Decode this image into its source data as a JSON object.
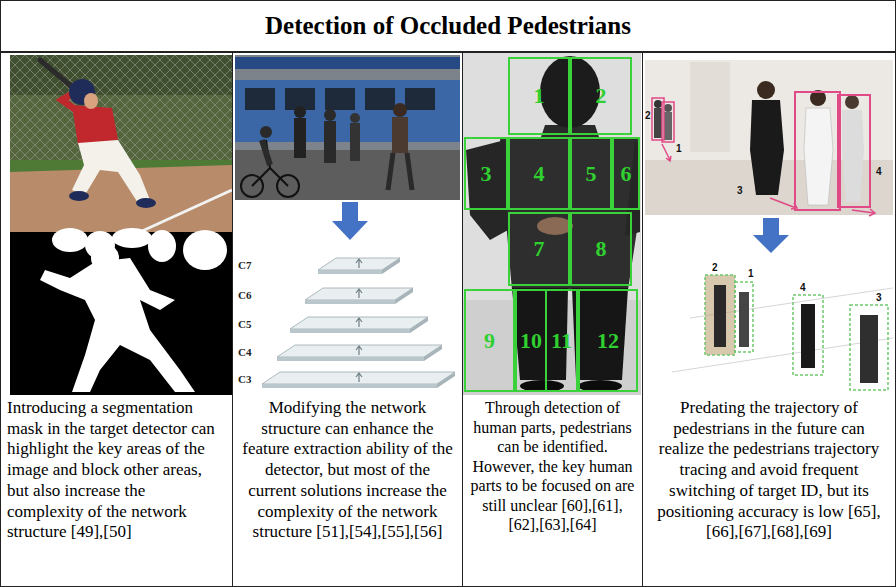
{
  "diagram": {
    "title": "Detection of Occluded Pedestrians",
    "nodes": [
      {
        "text": [
          "Introducing a segmentation mask in the target detector can highlight the key areas of the image and block other areas, but also increase the complexity of the network structure [49],[50]"
        ]
      },
      {
        "text": [
          "Modifying the network structure can enhance the feature extraction ability of the detector, but most of the current solutions increase the complexity of the network structure [51],[54],[55],[56]"
        ]
      },
      {
        "text": [
          "Through detection of human parts, pedestrians can be identified. However, the key human parts to be focused on are still unclear [60],[61],[62],[63],[64]"
        ]
      },
      {
        "text": [
          "1"
        ],
        "in": 2
      },
      {
        "text": [
          "2"
        ],
        "in": 2
      },
      {
        "text": [
          "3"
        ],
        "in": 2
      },
      {
        "text": [
          "4"
        ],
        "in": 2
      },
      {
        "text": [
          "5"
        ],
        "in": 2
      },
      {
        "text": [
          "6"
        ],
        "in": 2
      },
      {
        "text": [
          "7"
        ],
        "in": 2
      },
      {
        "text": [
          "8"
        ],
        "in": 2
      },
      {
        "text": [
          "9"
        ],
        "in": 2
      },
      {
        "text": [
          "10"
        ],
        "in": 2
      },
      {
        "text": [
          "11"
        ],
        "in": 2
      },
      {
        "text": [
          "12"
        ],
        "in": 2
      },
      {
        "text": [
          "Predating the trajectory of pedestrians in the future can realize the pedestrians trajectory tracing and avoid frequent switching of target ID, but its positioning accuracy is low [65],[66],[67],[68],[69]"
        ]
      }
    ],
    "labels": [
      "C7",
      "C6",
      "C5",
      "C4",
      "C3",
      "2",
      "1",
      "3",
      "4",
      "2",
      "1",
      "4",
      "3"
    ]
  }
}
